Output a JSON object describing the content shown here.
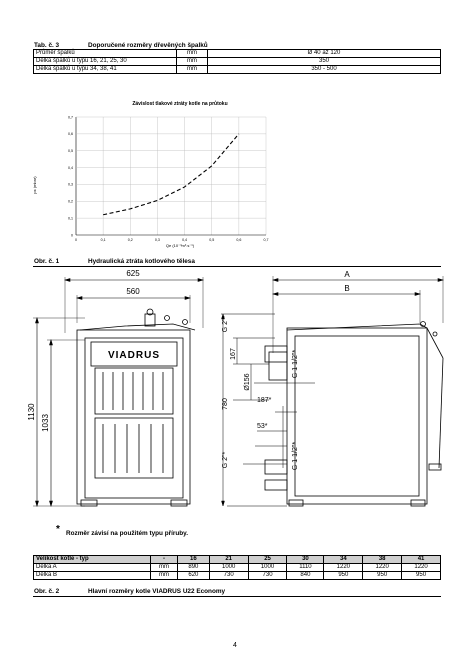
{
  "tab3": {
    "label": "Tab. č. 3",
    "title": "Doporučené rozměry dřevěných špalků",
    "rows": [
      {
        "name": "Průměr špalků",
        "unit": "mm",
        "value": "Ø 40 až 120"
      },
      {
        "name": "Délka špalků u typu 16, 21, 25, 30",
        "unit": "mm",
        "value": "350"
      },
      {
        "name": "Délka špalků u typu 34, 38, 41",
        "unit": "mm",
        "value": "350 - 500"
      }
    ]
  },
  "chart_data": {
    "type": "line",
    "title": "Závislost tlakové ztráty kotle na průtoku",
    "xlabel": "Qe (10⁻³m³.s⁻¹)",
    "ylabel": "px (mbar)",
    "xlim": [
      0,
      0.7
    ],
    "ylim": [
      0,
      0.7
    ],
    "xticks": [
      "0",
      "0,1",
      "0,2",
      "0,3",
      "0,4",
      "0,5",
      "0,6",
      "0,7"
    ],
    "yticks": [
      "0",
      "0,1",
      "0,2",
      "0,3",
      "0,4",
      "0,5",
      "0,6",
      "0,7"
    ],
    "grid": true,
    "series": [
      {
        "x": [
          0.1,
          0.2,
          0.3,
          0.4,
          0.5,
          0.6
        ],
        "values": [
          0.12,
          0.155,
          0.205,
          0.285,
          0.41,
          0.6
        ]
      }
    ]
  },
  "obr1": {
    "label": "Obr. č. 1",
    "title": "Hydraulická ztráta kotlového tělesa"
  },
  "drawing": {
    "dim_625": "625",
    "dim_560": "560",
    "dim_1130": "1130",
    "dim_1033": "1033",
    "brand": "VIADRUS",
    "dim_A": "A",
    "dim_B": "B",
    "g2_top": "G 2\"*",
    "dim_167": "167",
    "dim_156": "Ø156",
    "g112_top": "G 1 1/2\"*",
    "dim_780": "780",
    "dim_187": "187*",
    "dim_53": "53*",
    "g2_bot": "G 2\"*",
    "g112_bot": "G 1 1/2\"*",
    "note_star": "*",
    "note": "Rozměr závisí na použitém typu příruby."
  },
  "sizes": {
    "header": [
      "Velikost kotle - typ",
      "-",
      "16",
      "21",
      "25",
      "30",
      "34",
      "38",
      "41"
    ],
    "rows": [
      [
        "Délka A",
        "mm",
        "890",
        "1000",
        "1000",
        "1110",
        "1220",
        "1220",
        "1220"
      ],
      [
        "Délka B",
        "mm",
        "620",
        "730",
        "730",
        "840",
        "950",
        "950",
        "950"
      ]
    ]
  },
  "obr2": {
    "label": "Obr. č. 2",
    "title": "Hlavní rozměry kotle VIADRUS U22 Economy"
  },
  "page_number": "4"
}
